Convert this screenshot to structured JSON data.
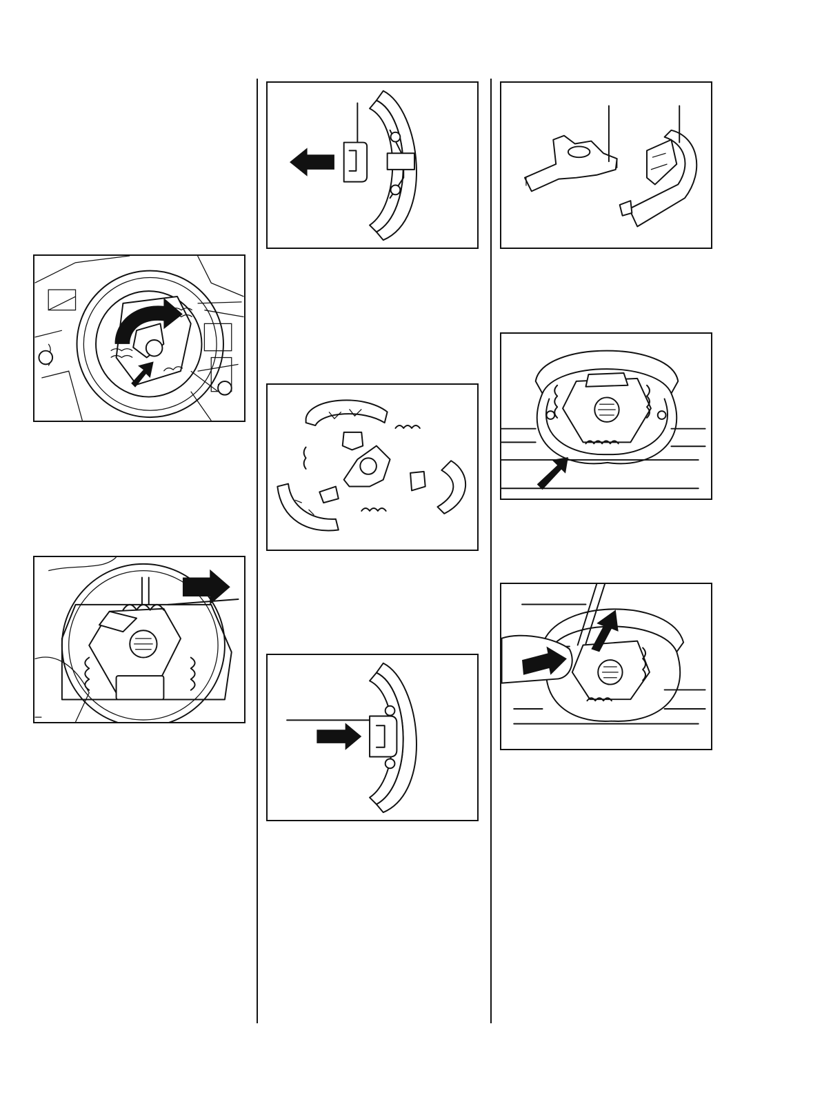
{
  "page": {
    "columns": 3,
    "figures": [
      {
        "id": "fig-1",
        "icon": "clutch-carrier-rotate-illustration"
      },
      {
        "id": "fig-2",
        "icon": "spring-unhook-illustration"
      },
      {
        "id": "fig-3",
        "icon": "shoe-guide-removal-illustration"
      },
      {
        "id": "fig-4",
        "icon": "clutch-exploded-view-illustration"
      },
      {
        "id": "fig-5",
        "icon": "shoe-guide-insert-illustration"
      },
      {
        "id": "fig-6",
        "icon": "carrier-and-shoe-illustration"
      },
      {
        "id": "fig-7",
        "icon": "clutch-assembly-vise-illustration"
      },
      {
        "id": "fig-8",
        "icon": "spring-attach-illustration"
      }
    ]
  }
}
